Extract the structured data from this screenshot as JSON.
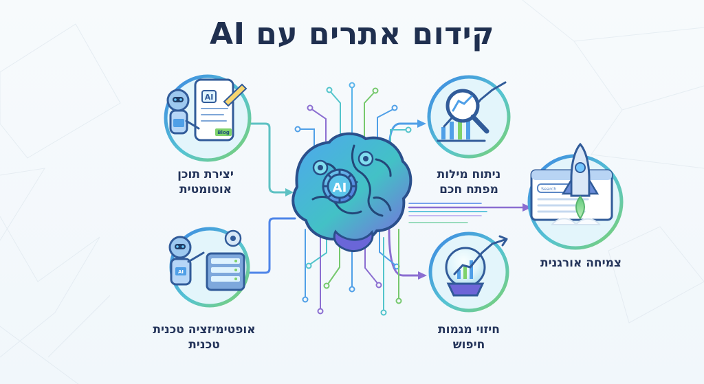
{
  "title": "קידום אתרים עם AI",
  "nodes": {
    "content_creation": {
      "line1": "יצירת תוכן",
      "line2": "אוטומטית",
      "icon_badge": "AI",
      "icon_tag": "Blog",
      "icon_name": "robot-writing-icon"
    },
    "technical_optimization": {
      "line1": "אופטימיזציה טכנית",
      "line2": "טכנית",
      "icon_badge": "AI",
      "icon_name": "robot-server-icon"
    },
    "brain": {
      "badge": "AI",
      "icon_name": "ai-brain-icon"
    },
    "keyword_analysis": {
      "line1": "ניתוח מילות",
      "line2": "מפתח חכם",
      "icon_name": "magnifier-chart-icon"
    },
    "search_trends": {
      "line1": "חיזוי מגמות",
      "line2": "חיפוש",
      "icon_name": "crystal-ball-icon"
    },
    "organic_growth": {
      "line1": "צמיחה אורגנית",
      "search_placeholder": "Search",
      "icon_name": "rocket-launch-icon"
    }
  },
  "colors": {
    "navy": "#1f2f4f",
    "blue": "#4d84e8",
    "cyan": "#4fbfd9",
    "teal": "#64c7b7",
    "green": "#7ccf73",
    "purple": "#8b6ed1",
    "circle_fill": "#e4f4fb"
  }
}
